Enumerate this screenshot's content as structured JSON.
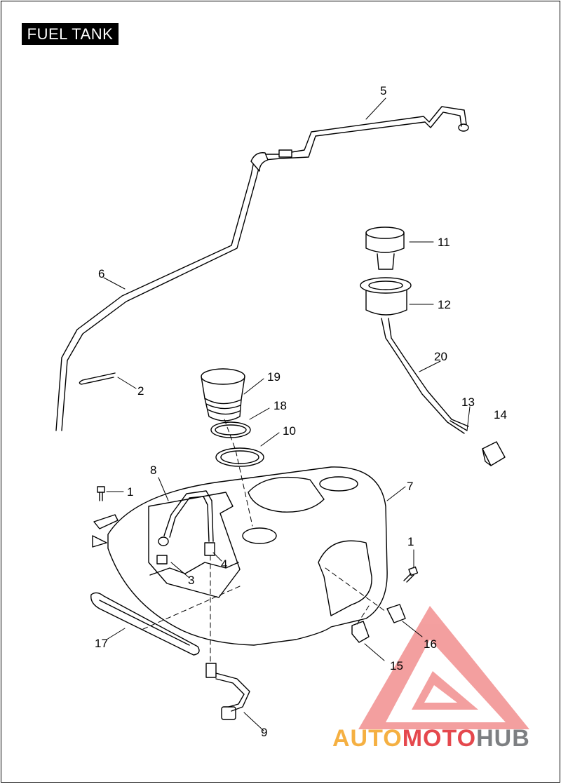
{
  "title": "FUEL TANK",
  "callouts": [
    "1",
    "1",
    "2",
    "3",
    "4",
    "5",
    "6",
    "7",
    "8",
    "9",
    "10",
    "11",
    "12",
    "13",
    "14",
    "15",
    "16",
    "17",
    "18",
    "19",
    "20"
  ],
  "watermark": {
    "part1": "AUTO",
    "part2": "MOTO",
    "part3": "HUB",
    "colors": {
      "part1": "#f5b042",
      "part2": "#e5484d",
      "part3": "#7d7f82",
      "triangle": "#f08080"
    }
  }
}
